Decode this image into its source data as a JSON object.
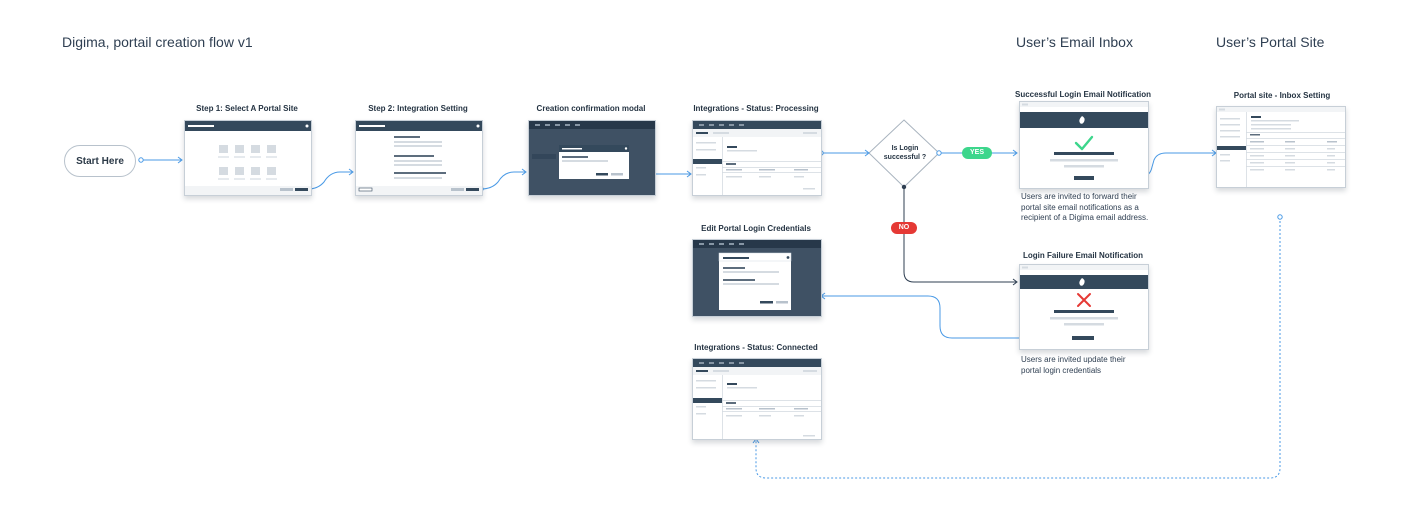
{
  "headings": {
    "flow_title": "Digima, portail creation flow v1",
    "email_inbox": "User’s Email Inbox",
    "portal_site": "User’s Portal Site"
  },
  "start": {
    "label": "Start Here"
  },
  "steps": {
    "select_portal": "Step 1: Select A Portal Site",
    "integration_setting": "Step 2: Integration Setting",
    "confirmation_modal": "Creation confirmation modal",
    "status_processing": "Integrations - Status: Processing",
    "edit_credentials": "Edit Portal Login Credentials",
    "status_connected": "Integrations - Status: Connected",
    "success_email": "Successful Login Email Notification",
    "failure_email": "Login Failure Email Notification",
    "inbox_setting": "Portal site - Inbox Setting"
  },
  "decision": {
    "line1": "Is Login",
    "line2": "successful ?",
    "yes": "YES",
    "no": "NO"
  },
  "descriptions": {
    "success": {
      "line1": "Users are invited to forward their",
      "line2": "portal site email notifications  as a",
      "line3": "recipient of a Digima email address."
    },
    "failure": {
      "line1": "Users are invited update their",
      "line2": "portal login credentials"
    }
  },
  "colors": {
    "connector": "#4a9ae6",
    "dark_header": "#34495c",
    "success_check": "#3dd68c",
    "failure_cross": "#e53935",
    "yes_pill": "#3dd68c",
    "no_pill": "#e53935"
  }
}
